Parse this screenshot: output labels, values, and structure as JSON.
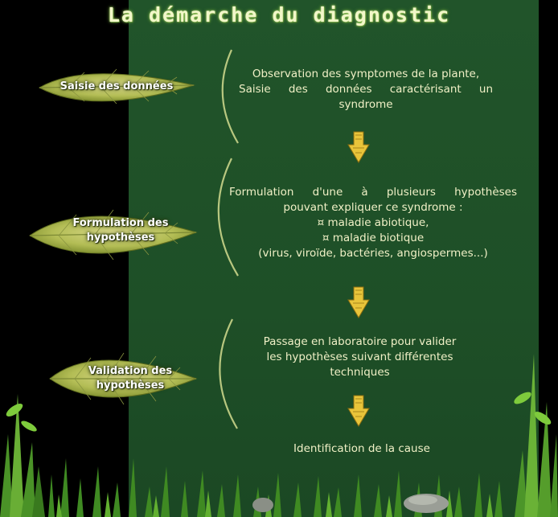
{
  "title": "La démarche du diagnostic",
  "steps": [
    {
      "label_lines": [
        "Saisie des données"
      ],
      "description": [
        "Observation des symptomes de la plante,",
        "Saisie  des  données  caractérisant  un",
        "syndrome"
      ]
    },
    {
      "label_lines": [
        "Formulation des",
        "hypothèses"
      ],
      "description": [
        "Formulation  d'une  à  plusieurs  hypothèses",
        "pouvant expliquer ce syndrome :",
        "¤ maladie abiotique,",
        "¤ maladie biotique",
        "(virus, viroïde, bactéries, angiospermes...)"
      ]
    },
    {
      "label_lines": [
        "Validation des",
        "hypothèses"
      ],
      "description": [
        "Passage en laboratoire pour  valider",
        "les hypothèses suivant différentes",
        "techniques"
      ]
    }
  ],
  "conclusion": "Identification de la cause",
  "colors": {
    "panel": "#21542a",
    "text": "#f0f0c6",
    "arrow": "#e8c43a",
    "leaf": "#b9c45a"
  }
}
